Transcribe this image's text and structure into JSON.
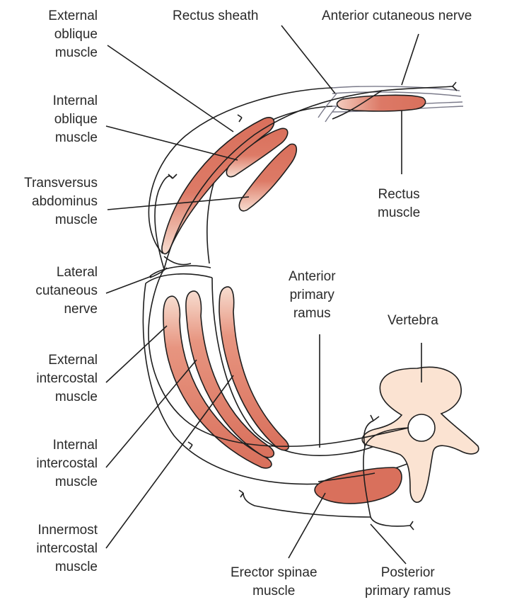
{
  "labels": {
    "external_oblique": [
      "External",
      "oblique",
      "muscle"
    ],
    "internal_oblique": [
      "Internal",
      "oblique",
      "muscle"
    ],
    "transversus_abdominus": [
      "Transversus",
      "abdominus",
      "muscle"
    ],
    "lateral_cutaneous_nerve": [
      "Lateral",
      "cutaneous",
      "nerve"
    ],
    "external_intercostal": [
      "External",
      "intercostal",
      "muscle"
    ],
    "internal_intercostal": [
      "Internal",
      "intercostal",
      "muscle"
    ],
    "innermost_intercostal": [
      "Innermost",
      "intercostal",
      "muscle"
    ],
    "rectus_sheath": [
      "Rectus sheath"
    ],
    "anterior_cutaneous_nerve": [
      "Anterior cutaneous nerve"
    ],
    "rectus_muscle": [
      "Rectus",
      "muscle"
    ],
    "anterior_primary_ramus": [
      "Anterior",
      "primary",
      "ramus"
    ],
    "vertebra": [
      "Vertebra"
    ],
    "erector_spinae": [
      "Erector spinae",
      "muscle"
    ],
    "posterior_primary_ramus": [
      "Posterior",
      "primary ramus"
    ]
  },
  "colors": {
    "muscle": "#d9705c",
    "muscle_light": "#f5d6c8",
    "bone": "#fbe3d2",
    "outline": "#1e1e1e",
    "text": "#2a2a2a",
    "sheath": "#7a7a8a"
  }
}
